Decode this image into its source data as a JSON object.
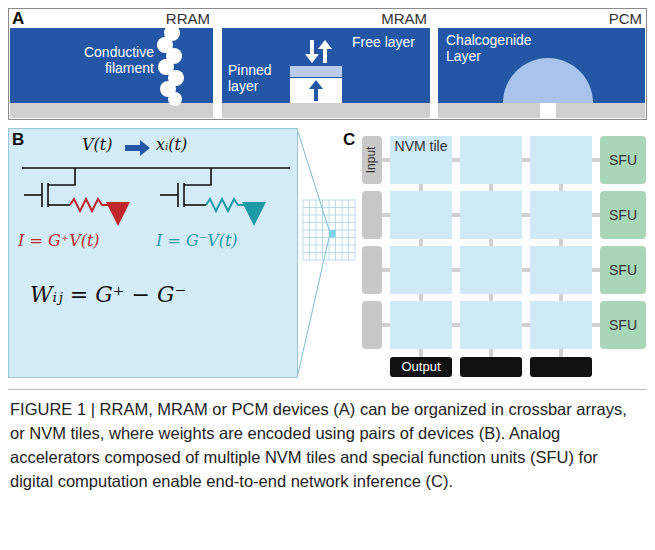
{
  "diagram": {
    "caption": "FIGURE 1 | RRAM, MRAM or PCM devices (A) can be organized in crossbar arrays, or NVM tiles, where weights are encoded using pairs of devices (B). Analog accelerators composed of multiple NVM tiles and special function units (SFU) for digital computation enable end-to-end network inference (C).",
    "nodes": [
      {
        "text": [
          "A"
        ]
      },
      {
        "text": [
          "RRAM",
          "Conductive filament"
        ],
        "in": 0
      },
      {
        "text": [
          "MRAM",
          "Pinned layer",
          "Free layer"
        ],
        "in": 0
      },
      {
        "text": [
          "PCM",
          "Chalcogenide Layer"
        ],
        "in": 0
      },
      {
        "text": [
          "B",
          "V(t)",
          "xᵢ(t)",
          "I = G⁺V(t)",
          "I = G⁻V(t)",
          "Wᵢⱼ = G⁺ − G⁻"
        ]
      },
      {
        "text": [
          "C"
        ]
      },
      {
        "text": [
          "Input"
        ],
        "in": 5
      },
      {
        "text": [
          "NVM tile"
        ],
        "in": 5
      },
      {
        "text": [
          "SFU"
        ],
        "in": 5
      },
      {
        "text": [
          "SFU"
        ],
        "in": 5
      },
      {
        "text": [
          "SFU"
        ],
        "in": 5
      },
      {
        "text": [
          "SFU"
        ],
        "in": 5
      },
      {
        "text": [
          "Output"
        ],
        "in": 5
      }
    ]
  }
}
